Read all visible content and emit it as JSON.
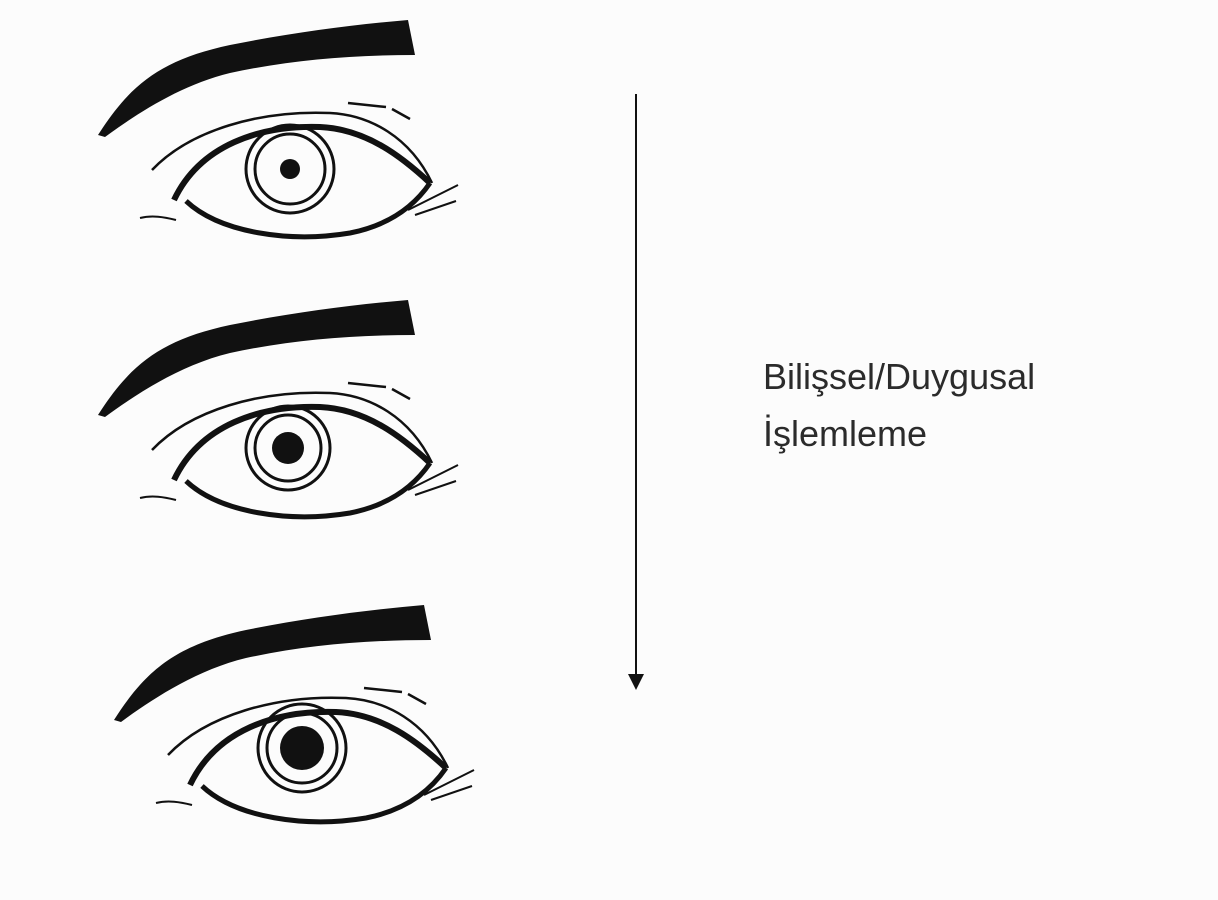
{
  "label": {
    "line1": "Bilişsel/Duygusal",
    "line2": "İşlemleme"
  },
  "eyes": [
    {
      "pupil_size": "small"
    },
    {
      "pupil_size": "medium"
    },
    {
      "pupil_size": "large"
    }
  ],
  "arrow": {
    "direction": "down"
  },
  "colors": {
    "ink": "#111111",
    "background": "#fcfcfc",
    "text": "#2b2b2b"
  }
}
